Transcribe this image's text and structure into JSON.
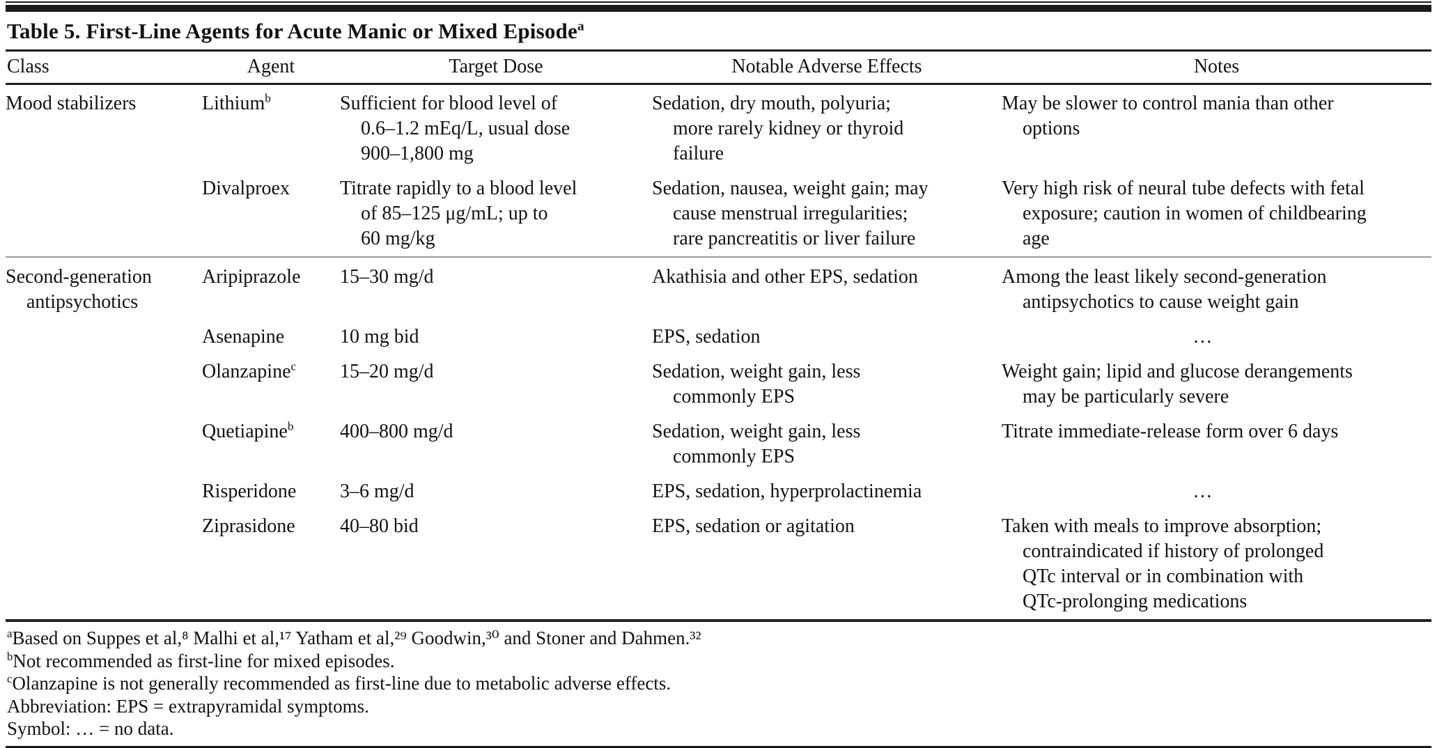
{
  "title": {
    "text": "Table 5. First-Line Agents for Acute Manic or Mixed Episode",
    "sup": "a"
  },
  "columns": [
    "Class",
    "Agent",
    "Target Dose",
    "Notable Adverse Effects",
    "Notes"
  ],
  "rows": [
    {
      "class": "Mood stabilizers",
      "agent": "Lithium",
      "agent_sup": "b",
      "target_dose": "Sufficient for blood level of\n0.6–1.2 mEq/L, usual dose\n900–1,800 mg",
      "adverse": "Sedation, dry mouth, polyuria;\nmore rarely kidney or thyroid\nfailure",
      "notes": "May be slower to control mania than other\noptions"
    },
    {
      "class": "",
      "agent": "Divalproex",
      "agent_sup": "",
      "target_dose": "Titrate rapidly to a blood level\nof 85–125 μg/mL; up to\n60 mg/kg",
      "adverse": "Sedation, nausea, weight gain; may\ncause menstrual irregularities;\nrare pancreatitis or liver failure",
      "notes": "Very high risk of neural tube defects with fetal\nexposure; caution in women of childbearing\nage"
    },
    {
      "class": "Second-generation\nantipsychotics",
      "agent": "Aripiprazole",
      "agent_sup": "",
      "target_dose": "15–30 mg/d",
      "adverse": "Akathisia and other EPS, sedation",
      "notes": "Among the least likely second-generation\nantipsychotics to cause weight gain"
    },
    {
      "class": "",
      "agent": "Asenapine",
      "agent_sup": "",
      "target_dose": "10 mg bid",
      "adverse": "EPS, sedation",
      "notes": "…"
    },
    {
      "class": "",
      "agent": "Olanzapine",
      "agent_sup": "c",
      "target_dose": "15–20 mg/d",
      "adverse": "Sedation, weight gain, less\ncommonly EPS",
      "notes": "Weight gain; lipid and glucose derangements\nmay be particularly severe"
    },
    {
      "class": "",
      "agent": "Quetiapine",
      "agent_sup": "b",
      "target_dose": "400–800 mg/d",
      "adverse": "Sedation, weight gain, less\ncommonly EPS",
      "notes": "Titrate immediate-release form over 6 days"
    },
    {
      "class": "",
      "agent": "Risperidone",
      "agent_sup": "",
      "target_dose": "3–6 mg/d",
      "adverse": "EPS, sedation, hyperprolactinemia",
      "notes": "…"
    },
    {
      "class": "",
      "agent": "Ziprasidone",
      "agent_sup": "",
      "target_dose": "40–80 bid",
      "adverse": "EPS, sedation or agitation",
      "notes": "Taken with meals to improve absorption;\ncontraindicated if history of prolonged\nQTc interval or in combination with\nQTc-prolonging medications"
    }
  ],
  "footnotes": [
    {
      "sup": "a",
      "text": "Based on Suppes et al,⁸ Malhi et al,¹⁷ Yatham et al,²⁹ Goodwin,³⁰ and Stoner and Dahmen.³²"
    },
    {
      "sup": "b",
      "text": "Not recommended as first-line for mixed episodes."
    },
    {
      "sup": "c",
      "text": "Olanzapine is not generally recommended as first-line due to metabolic adverse effects."
    },
    {
      "sup": "",
      "text": "Abbreviation: EPS = extrapyramidal symptoms."
    },
    {
      "sup": "",
      "text": "Symbol: … = no data."
    }
  ],
  "colors": {
    "text": "#121212",
    "rule_dark": "#1a1a1a",
    "rule_gray": "#9c9c9c"
  }
}
